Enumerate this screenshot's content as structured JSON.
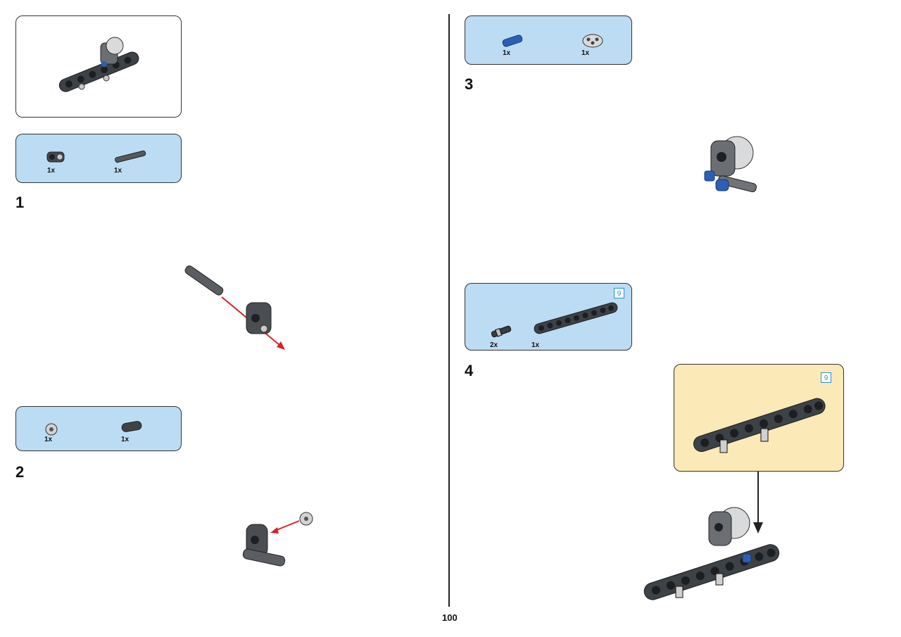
{
  "page": {
    "number": "100"
  },
  "colors": {
    "parts_bg": "#bcdcf3",
    "callout_bg": "#fbe9b7",
    "arrow": "#d9202a",
    "beam_length_badge": "#2c8fcb"
  },
  "steps": [
    {
      "number": "1",
      "parts": [
        {
          "icon": "pin-connector-icon",
          "qty": "1x"
        },
        {
          "icon": "axle-icon",
          "qty": "1x"
        }
      ]
    },
    {
      "number": "2",
      "parts": [
        {
          "icon": "bush-icon",
          "qty": "1x"
        },
        {
          "icon": "flat-connector-icon",
          "qty": "1x"
        }
      ]
    },
    {
      "number": "3",
      "parts": [
        {
          "icon": "blue-pin-icon",
          "qty": "1x"
        },
        {
          "icon": "round-plate-icon",
          "qty": "1x"
        }
      ]
    },
    {
      "number": "4",
      "parts": [
        {
          "icon": "friction-pin-icon",
          "qty": "2x"
        },
        {
          "icon": "liftarm-beam-icon",
          "qty": "1x",
          "length": "9"
        }
      ],
      "callout_length": "9"
    }
  ]
}
